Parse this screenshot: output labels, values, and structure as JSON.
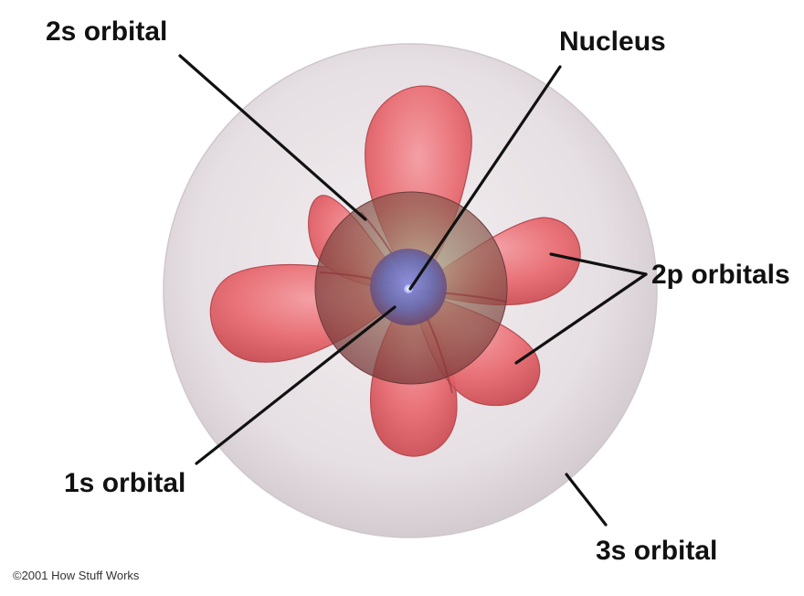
{
  "labels": {
    "orbital_2s": "2s orbital",
    "nucleus": "Nucleus",
    "orbitals_2p": "2p orbitals",
    "orbital_1s": "1s orbital",
    "orbital_3s": "3s orbital"
  },
  "copyright": "©2001 How Stuff Works",
  "colors": {
    "sphere_3s": "#e9e3e6",
    "lobe_2p": "#e8686e",
    "sphere_2s": "#8a5a4e",
    "nucleus_1s": "#6a6cb0"
  }
}
